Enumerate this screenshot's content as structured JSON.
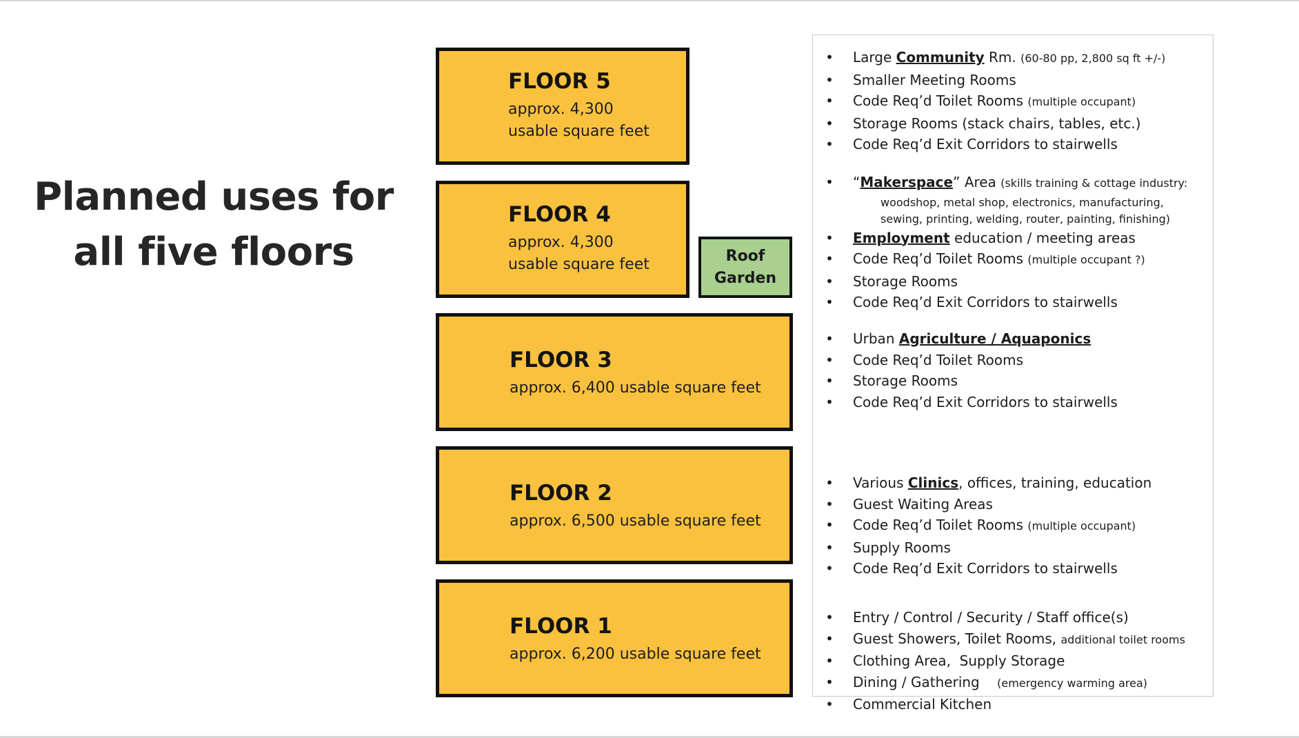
{
  "title": {
    "line1": "Planned uses for",
    "line2": "all five floors"
  },
  "floors": [
    {
      "name": "FLOOR 5",
      "area": "approx. 4,300\nusable square feet"
    },
    {
      "name": "FLOOR 4",
      "area": "approx. 4,300\nusable square feet"
    },
    {
      "name": "FLOOR 3",
      "area": "approx. 6,400 usable square feet"
    },
    {
      "name": "FLOOR 2",
      "area": "approx. 6,500 usable square feet"
    },
    {
      "name": "FLOOR 1",
      "area": "approx. 6,200 usable square feet"
    }
  ],
  "roof_garden": "Roof\nGarden",
  "bullet_glyph": "•",
  "uses": {
    "floor5": {
      "i1": {
        "a": "Large ",
        "u": "Community",
        "b": " Rm. ",
        "small": "(60-80 pp, 2,800 sq ft +/-)"
      },
      "i2": "Smaller Meeting Rooms",
      "i3": {
        "text": "Code Req’d Toilet Rooms ",
        "small": "(multiple occupant)"
      },
      "i4": "Storage Rooms (stack chairs, tables, etc.)",
      "i5": "Code Req’d Exit Corridors to stairwells"
    },
    "floor4": {
      "i1": {
        "a": "“",
        "u": "Makerspace",
        "b": "” Area ",
        "small": "(skills training & cottage industry:",
        "cont1": "woodshop, metal shop, electronics, manufacturing,",
        "cont2": "sewing, printing, welding, router, painting, finishing)"
      },
      "i2": {
        "u": "Employment",
        "b": " education / meeting areas"
      },
      "i3": {
        "text": "Code Req’d Toilet Rooms ",
        "small": "(multiple occupant ?)"
      },
      "i4": "Storage Rooms",
      "i5": "Code Req’d Exit Corridors to stairwells"
    },
    "floor3": {
      "i1": {
        "a": "Urban ",
        "u": "Agriculture / Aquaponics"
      },
      "i2": "Code Req’d Toilet Rooms",
      "i3": "Storage Rooms",
      "i4": "Code Req’d Exit Corridors to stairwells"
    },
    "floor2": {
      "i1": {
        "a": "Various ",
        "u": "Clinics",
        "b": ", offices, training, education"
      },
      "i2": "Guest Waiting Areas",
      "i3": {
        "text": "Code Req’d Toilet Rooms  ",
        "small": "(multiple occupant)"
      },
      "i4": "Supply Rooms",
      "i5": "Code Req’d Exit Corridors to stairwells"
    },
    "floor1": {
      "i1": "Entry / Control / Security / Staff office(s)",
      "i2": {
        "text": "Guest Showers, Toilet Rooms, ",
        "small": "additional toilet rooms"
      },
      "i3": "Clothing Area,  Supply Storage",
      "i4": {
        "text": "Dining / Gathering    ",
        "small": "(emergency warming area)"
      },
      "i5": "Commercial Kitchen"
    }
  },
  "colors": {
    "floor_fill": "#f9c13e",
    "roof_garden_fill": "#a9d08e",
    "border": "#111111"
  }
}
